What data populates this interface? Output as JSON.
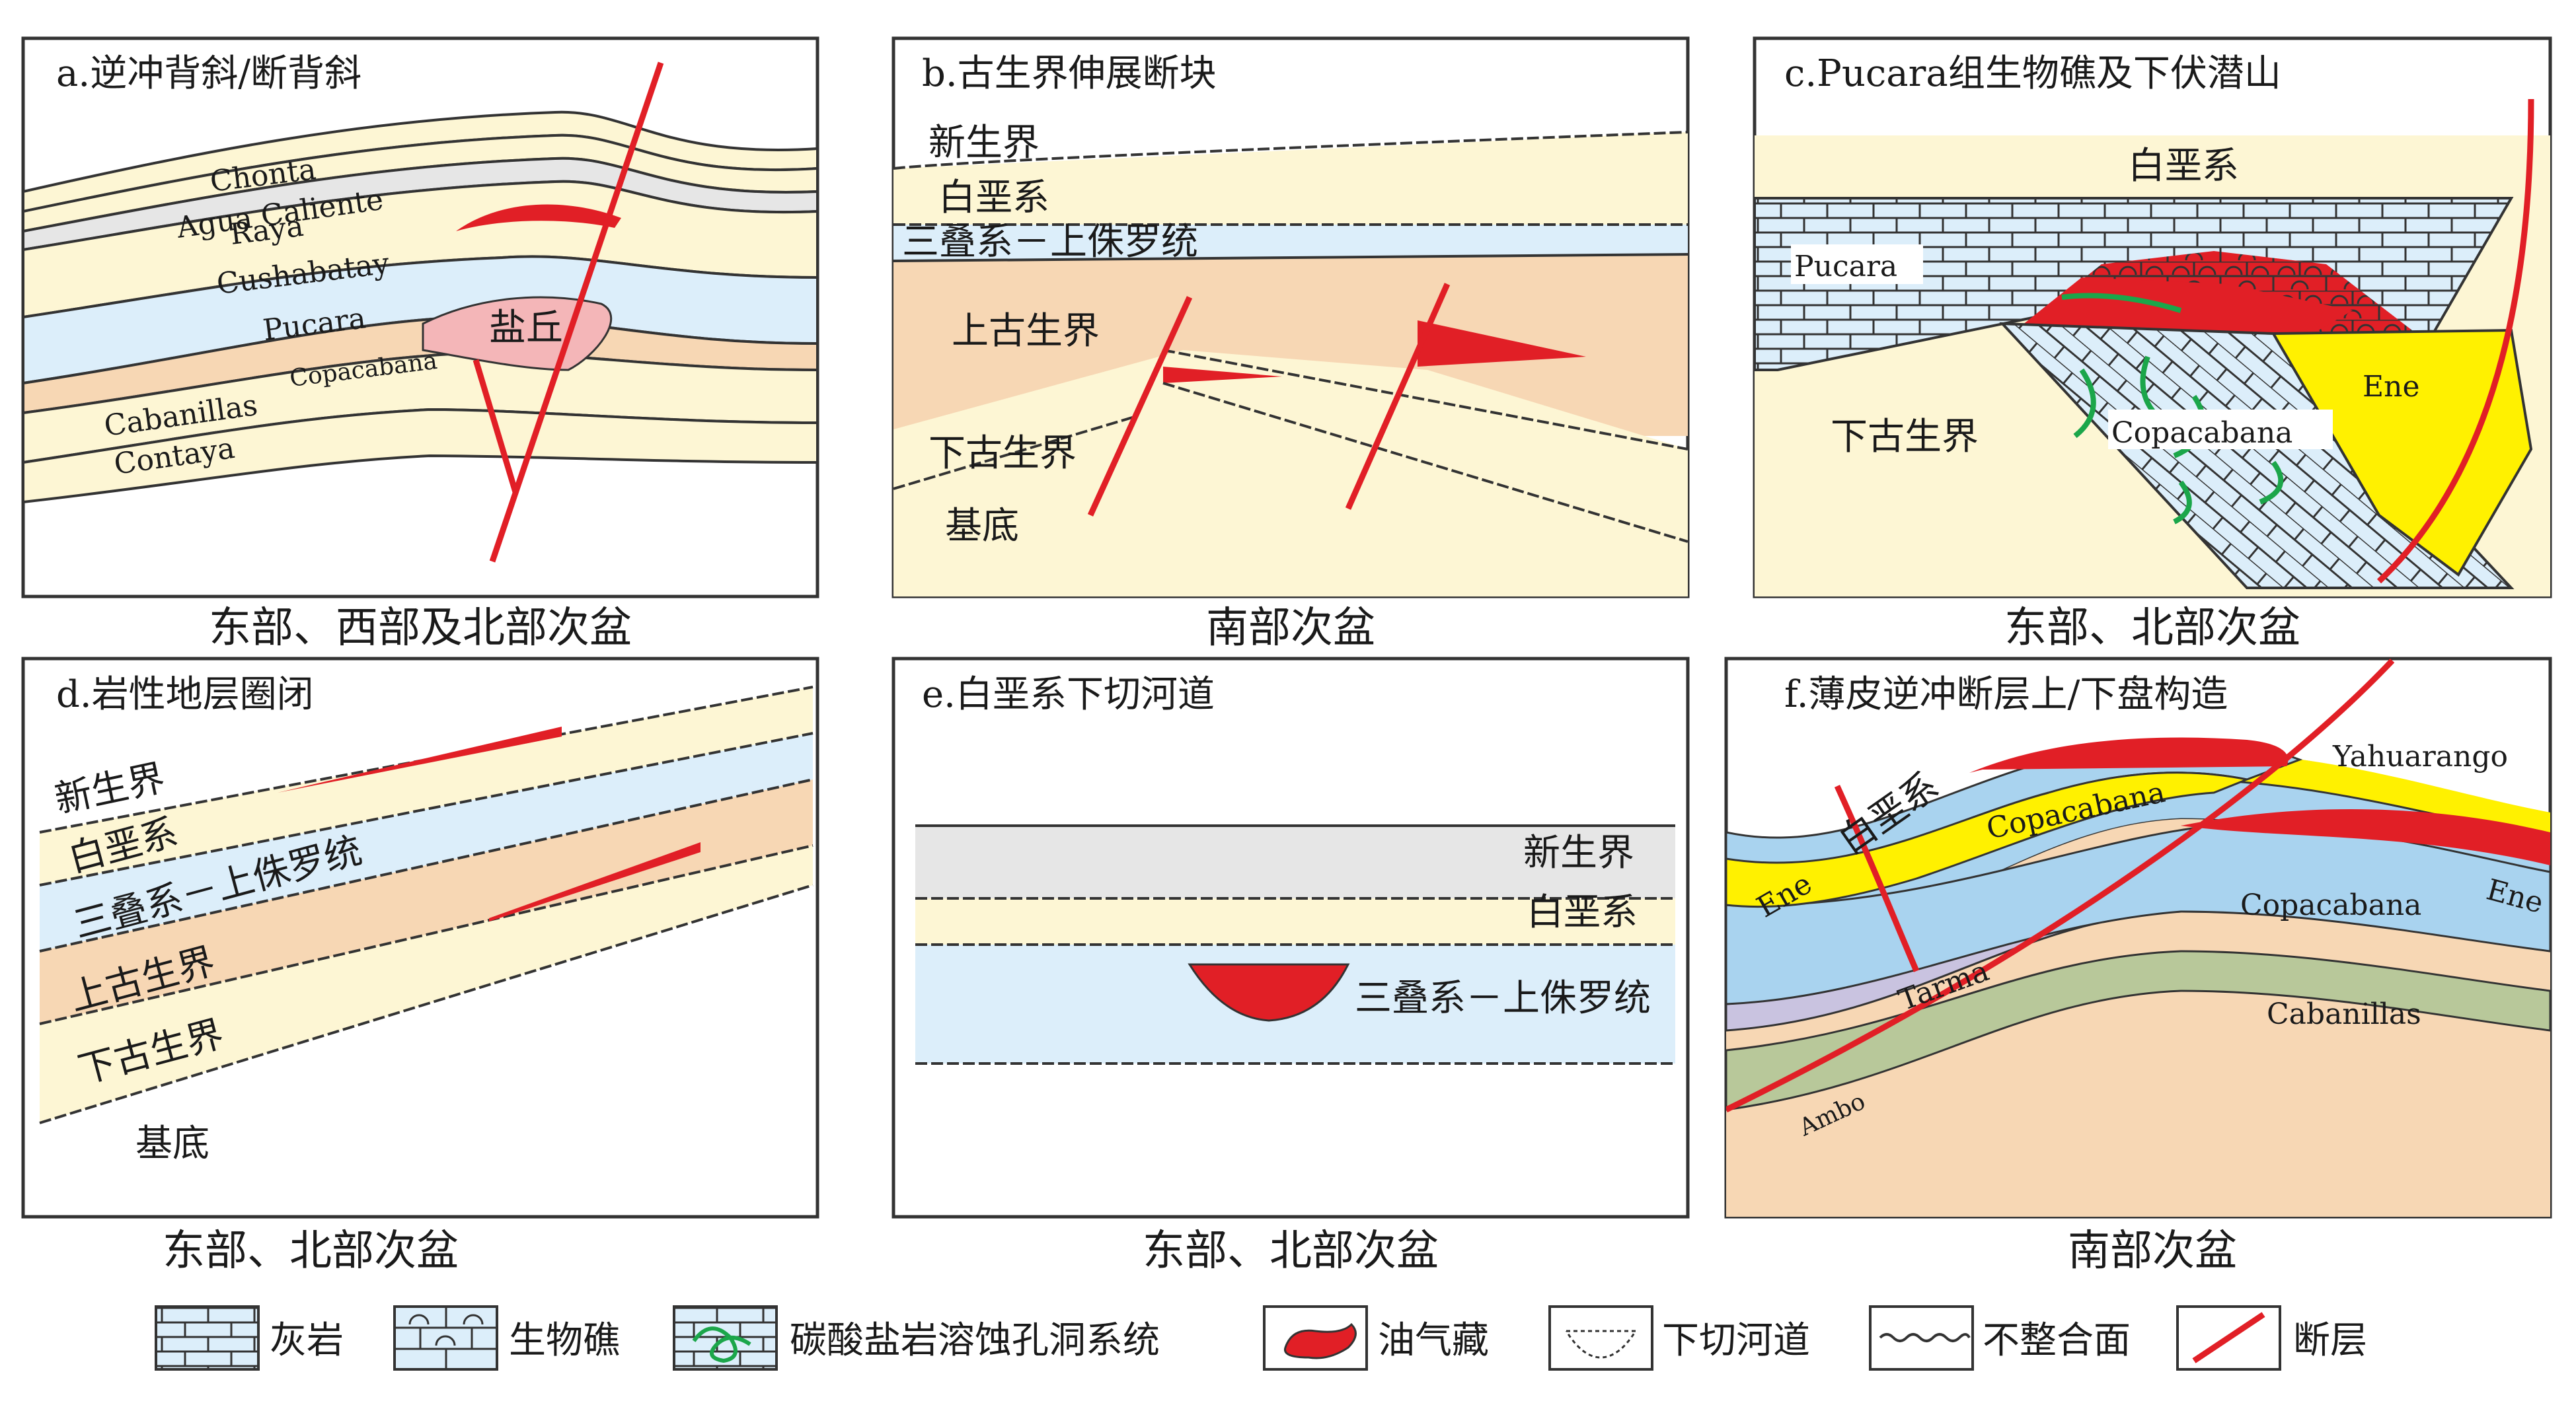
{
  "panels": {
    "a": {
      "title": "a.逆冲背斜/断背斜",
      "caption": "东部、西部及北部次盆",
      "labels": {
        "chonta": "Chonta",
        "agua": "Agua Caliente",
        "raya": "Raya",
        "cushabatay": "Cushabatay",
        "pucara": "Pucara",
        "salt": "盐丘",
        "copacabana": "Copacabana",
        "cabanillas": "Cabanillas",
        "contaya": "Contaya"
      }
    },
    "b": {
      "title": "b.古生界伸展断块",
      "caption": "南部次盆",
      "labels": {
        "cenozoic": "新生界",
        "cretaceous": "白垩系",
        "triassic": "三叠系－上侏罗统",
        "upper_paleozoic": "上古生界",
        "lower_paleozoic": "下古生界",
        "basement": "基底"
      }
    },
    "c": {
      "title": "c.Pucara组生物礁及下伏潜山",
      "caption": "东部、北部次盆",
      "labels": {
        "cretaceous": "白垩系",
        "pucara": "Pucara",
        "ene": "Ene",
        "lower_paleozoic": "下古生界",
        "copacabana": "Copacabana"
      }
    },
    "d": {
      "title": "d.岩性地层圈闭",
      "caption": "东部、北部次盆",
      "labels": {
        "cenozoic": "新生界",
        "cretaceous": "白垩系",
        "triassic": "三叠系－上侏罗统",
        "upper_paleozoic": "上古生界",
        "lower_paleozoic": "下古生界",
        "basement": "基底"
      }
    },
    "e": {
      "title": "e.白垩系下切河道",
      "caption": "东部、北部次盆",
      "labels": {
        "cenozoic": "新生界",
        "cretaceous": "白垩系",
        "triassic": "三叠系－上侏罗统"
      }
    },
    "f": {
      "title": "f.薄皮逆冲断层上/下盘构造",
      "caption": "南部次盆",
      "labels": {
        "yahuarango": "Yahuarango",
        "cretaceous": "白垩系",
        "copacabana_upper": "Copacabana",
        "ene_left": "Ene",
        "ene_right": "Ene",
        "copacabana_lower": "Copacabana",
        "tarma": "Tarma",
        "cabanillas": "Cabanillas",
        "ambo": "Ambo"
      }
    }
  },
  "legend": [
    {
      "label": "灰岩",
      "icon": "limestone-icon"
    },
    {
      "label": "生物礁",
      "icon": "reef-icon"
    },
    {
      "label": "碳酸盐岩溶蚀孔洞系统",
      "icon": "karst-icon"
    },
    {
      "label": "油气藏",
      "icon": "reservoir-icon"
    },
    {
      "label": "下切河道",
      "icon": "incised-channel-icon"
    },
    {
      "label": "不整合面",
      "icon": "unconformity-icon"
    },
    {
      "label": "断层",
      "icon": "fault-icon"
    }
  ],
  "colors": {
    "yellow_pale": "#FDF6D4",
    "blue_pale": "#DCEEFA",
    "orange_pale": "#F7D7B4",
    "gray_pale": "#E6E6E6",
    "pink": "#F4B6B8",
    "red": "#E11F26",
    "yellow": "#FFF100",
    "blue": "#A9D3EF",
    "green": "#B8C89A",
    "lavender": "#C9C3E0",
    "karst_green": "#1BA64A"
  }
}
